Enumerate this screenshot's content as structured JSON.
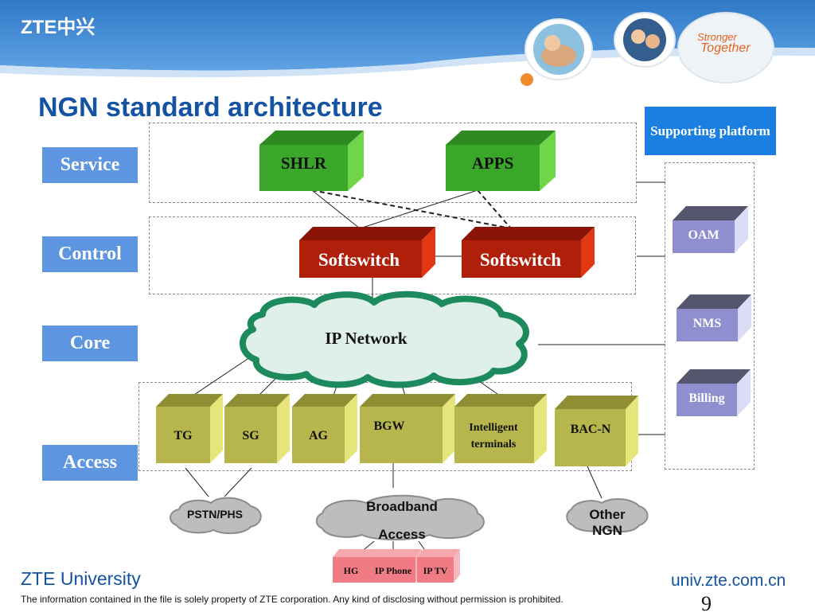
{
  "header": {
    "logo": "ZTE中兴",
    "slogan_line1": "Stronger",
    "slogan_line2": "Together"
  },
  "title": "NGN standard architecture",
  "layers": {
    "service": "Service",
    "control": "Control",
    "core": "Core",
    "access": "Access"
  },
  "service": {
    "shlr": "SHLR",
    "apps": "APPS"
  },
  "control": {
    "softswitch1": "Softswitch",
    "softswitch2": "Softswitch"
  },
  "core": {
    "ip_network": "IP Network"
  },
  "access": {
    "tg": "TG",
    "sg": "SG",
    "ag": "AG",
    "bgw": "BGW",
    "intelligent": "Intelligent terminals",
    "bac_n": "BAC-N"
  },
  "supporting": {
    "title": "Supporting platform",
    "oam": "OAM",
    "nms": "NMS",
    "billing": "Billing"
  },
  "clouds": {
    "pstn": "PSTN/PHS",
    "broadband_line1": "Broadband",
    "broadband_line2": "Access",
    "other_line1": "Other",
    "other_line2": "NGN"
  },
  "terminals": {
    "hg": "HG",
    "ip_phone": "IP Phone",
    "ip_tv": "IP TV"
  },
  "footer": {
    "university": "ZTE University",
    "site": "univ.zte.com.cn",
    "disclaimer": "The information contained in the file is solely property of ZTE corporation. Any kind of disclosing without permission is prohibited.",
    "page": "9"
  },
  "colors": {
    "brand_blue": "#1453a3",
    "layer_blue": "#5d95e1",
    "service_green": "#3aa62a",
    "softswitch_red": "#b01f0a",
    "access_olive": "#b7b64c",
    "platform_purple": "#8f8fcf",
    "terminal_pink": "#f07b84"
  }
}
